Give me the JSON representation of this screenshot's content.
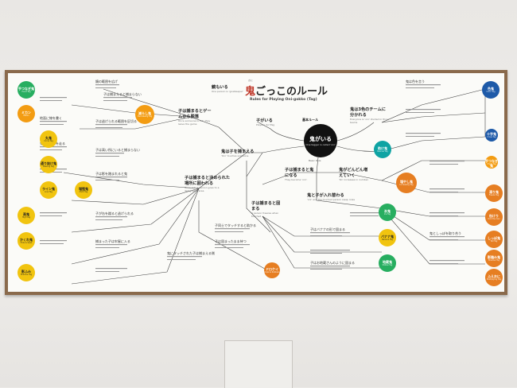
{
  "title": {
    "prefix": "鬼",
    "rest": "ごっこのルール",
    "ruby": "おに"
  },
  "subtitle": "Rules for Playing Oni-gokko (Tag)",
  "center": {
    "top": "基本ルール",
    "jp": "鬼がいる",
    "en": "One tagger is called 'oni'",
    "bottom": "Basic Rule"
  },
  "nodes": {
    "kodomo": {
      "jp": "子がいる",
      "en": "Players 'ko'/Tag"
    },
    "oni_mo": {
      "jp": "鏡もいる",
      "en": "One person is 'goalkeeper'"
    },
    "tsukamaeru": {
      "jp": "鬼は子を捕まえる",
      "en": "'Oni' touches someone."
    },
    "teams": {
      "jp": "鬼は3色のチームに分かれる",
      "en": "Everyone is 'oni' divided in three teams"
    },
    "kawaru": {
      "jp": "子は捕まると鬼になる",
      "en": "They become 'oni'."
    },
    "fueru": {
      "jp": "鬼がどんどん増えていく",
      "en": "'Ko' increases in number."
    },
    "irekawaru": {
      "jp": "鬼と子が入れ替わる",
      "en": "'oni' and the touched person swap roles"
    },
    "datsuraku": {
      "jp": "子は捕まるとゲームから脱落",
      "en": "Once someone is out, they leave the game"
    },
    "kakowareru": {
      "jp": "子は捕まると決められた場所に囲われる",
      "en": "Once out, a person goes to a designated area."
    },
    "kotaeru": {
      "jp": "子は捕まると固まる",
      "en": "A person freezes when touched"
    }
  },
  "dots": [
    {
      "id": "tegotachi",
      "jp": "手つなぎ鬼",
      "en": "Hand Tag",
      "color": "#27ae60"
    },
    {
      "id": "mikan",
      "jp": "ミカン",
      "en": "Mikan",
      "color": "#f39c12"
    },
    {
      "id": "maruoni",
      "jp": "丸鬼",
      "en": "Circle Tag",
      "color": "#f1c40f"
    },
    {
      "id": "tori",
      "jp": "通り抜け鬼",
      "en": "Passing Tag",
      "color": "#f1c40f"
    },
    {
      "id": "line",
      "jp": "ライン鬼",
      "en": "Line Tag",
      "color": "#f1c40f"
    },
    {
      "id": "kyuuoni",
      "jp": "増殖鬼",
      "en": "Multi Tag",
      "color": "#f1c40f"
    },
    {
      "id": "herashi",
      "jp": "減らし鬼",
      "en": "Decreasing Tag",
      "color": "#f39c12"
    },
    {
      "id": "takaoni",
      "jp": "高鬼",
      "en": "High Tag",
      "color": "#f1c40f"
    },
    {
      "id": "kakure",
      "jp": "かくれ鬼",
      "en": "Hide & Seek",
      "color": "#f1c40f"
    },
    {
      "id": "kageoni",
      "jp": "影ふみ",
      "en": "Shadow Tag",
      "color": "#f1c40f"
    },
    {
      "id": "koori",
      "jp": "色鬼",
      "en": "Color Tag",
      "color": "#1e5aa8"
    },
    {
      "id": "juuji",
      "jp": "十字鬼",
      "en": "Cross Tag",
      "color": "#1e5aa8"
    },
    {
      "id": "tesuji",
      "jp": "手つなぎ鬼",
      "en": "Chain Tag",
      "color": "#f39c12"
    },
    {
      "id": "tasuke",
      "jp": "助け鬼",
      "en": "Rescue Tag",
      "color": "#0fa3a3"
    },
    {
      "id": "fuyashi",
      "jp": "増やし鬼",
      "en": "Increasing Tag",
      "color": "#e67e22"
    },
    {
      "id": "tokyo",
      "jp": "凍り鬼",
      "en": "Freeze Tag",
      "color": "#e67e22"
    },
    {
      "id": "sekkan",
      "jp": "缶けり",
      "en": "Kick the Can",
      "color": "#e67e22"
    },
    {
      "id": "bana",
      "jp": "バナナ鬼",
      "en": "Banana Tag",
      "color": "#f1c40f"
    },
    {
      "id": "kaidan",
      "jp": "氷鬼",
      "en": "Ice Tag",
      "color": "#27ae60"
    },
    {
      "id": "bakudan",
      "jp": "地蔵鬼",
      "en": "Statue Tag",
      "color": "#27ae60"
    },
    {
      "id": "doromizu",
      "jp": "ドロケイ",
      "en": "Cops & Robbers",
      "color": "#e67e22"
    },
    {
      "id": "kaisen",
      "jp": "しっぽ鬼",
      "en": "Tail Tag",
      "color": "#e67e22"
    },
    {
      "id": "sinkan",
      "jp": "影踏み鬼",
      "en": "Shadow Tag",
      "color": "#e67e22"
    },
    {
      "id": "shuuzou",
      "jp": "ふえおに",
      "en": "Multiplying Tag",
      "color": "#e67e22"
    },
    {
      "id": "saigo",
      "jp": "最終鬼",
      "en": "Last Tag",
      "color": "#e67e22"
    },
    {
      "id": "kotori",
      "jp": "子とり鬼",
      "en": "Kotori Tag",
      "color": "#e67e22"
    }
  ],
  "notes": {
    "n1": "鏡の範囲を広げ",
    "n2": "子は捕まえると捕まらない",
    "n3": "地面に線を書く",
    "n4": "子は逃げられる範囲を区切る",
    "n5": "鬼が線の上を走る",
    "n6": "子は高い所にいると捕まらない",
    "n7": "子は隠れる",
    "n8": "子は影を踏まれると鬼",
    "n9": "鬼は色を言う",
    "n10": "鬼にタッチされた子は捕まえる側",
    "n11": "子が缶を蹴ると逃げられる",
    "n12": "子同士でタッチすると助かる",
    "n13": "子は固まったまま待つ",
    "n14": "子はバナナの形で固まる",
    "n15": "子はお地蔵さんのように固まる",
    "n16": "捕まった子は牢屋に入る",
    "n17": "鬼としっぽを取り合う"
  }
}
